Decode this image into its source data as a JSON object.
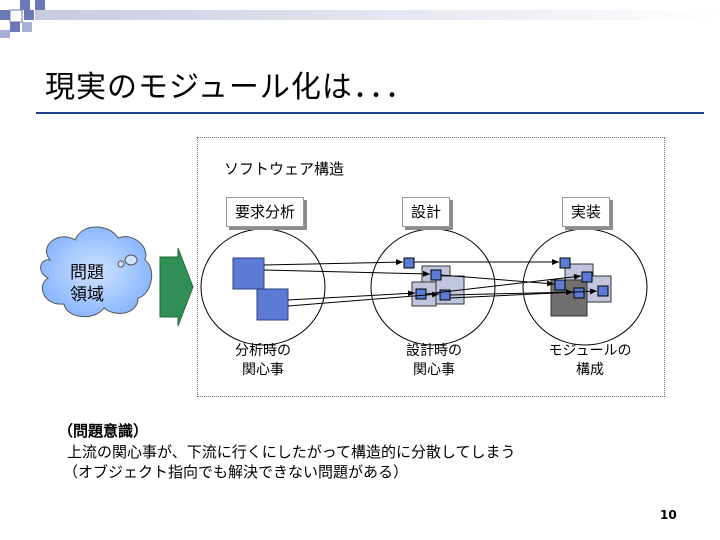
{
  "slide": {
    "title": "現実のモジュール化は．．．",
    "page_number": "10"
  },
  "diagram": {
    "frame_label": "ソフトウェア構造",
    "phases": [
      "要求分析",
      "設計",
      "実装"
    ],
    "captions": [
      "分析時の\n関心事",
      "設計時の\n関心事",
      "モジュールの\n構成"
    ],
    "problem_cloud": "問題\n領域"
  },
  "issue": {
    "heading": "（問題意識）",
    "line1": "上流の関心事が、下流に行くにしたがって構造的に分散してしまう",
    "line2": "（オブジェクト指向でも解決できない問題がある）"
  },
  "colors": {
    "accent_blue": "#5b7bd5",
    "title_rule": "#1f3f8f",
    "arrow_green": "#2f8f55",
    "module_light": "#c0c4dc",
    "module_dark": "#707070"
  }
}
